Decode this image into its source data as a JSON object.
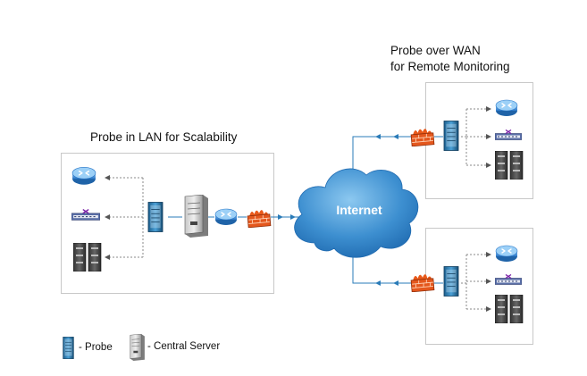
{
  "diagram": {
    "lan_title": "Probe in LAN for Scalability",
    "wan_title_line1": "Probe over WAN",
    "wan_title_line2": "for Remote Monitoring",
    "internet_label": "Internet",
    "legend": {
      "probe_label": "- Probe",
      "server_label": "- Central Server"
    }
  },
  "colors": {
    "link": "#2a7bb8",
    "dashed": "#8a8a8a",
    "cloud": "#3d8fd0",
    "firewall": "#e8591a",
    "router": "#3c8fd8",
    "box_border": "#c8c8c8"
  },
  "icons": [
    "router-icon",
    "switch-icon",
    "server-rack-icon",
    "probe-icon",
    "central-server-icon",
    "firewall-icon",
    "cloud-icon",
    "arrow-icon"
  ]
}
